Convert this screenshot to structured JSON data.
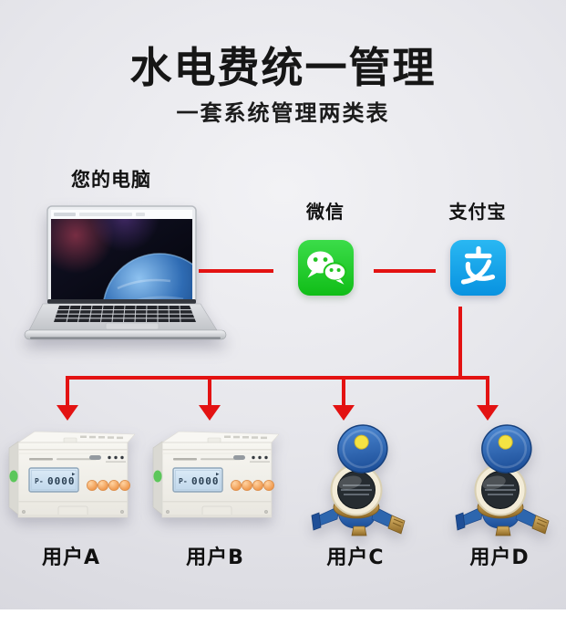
{
  "header": {
    "title": "水电费统一管理",
    "subtitle": "一套系统管理两类表"
  },
  "computer": {
    "label": "您的电脑"
  },
  "payments": {
    "wechat": {
      "label": "微信"
    },
    "alipay": {
      "label": "支付宝"
    }
  },
  "meter_display": {
    "mode_label": "P-",
    "reading": "0000"
  },
  "users": [
    {
      "label": "用户A",
      "device": "electric-meter"
    },
    {
      "label": "用户B",
      "device": "electric-meter"
    },
    {
      "label": "用户C",
      "device": "water-meter"
    },
    {
      "label": "用户D",
      "device": "water-meter"
    }
  ],
  "colors": {
    "connector_red": "#e31212",
    "wechat_green": "#1fca20",
    "alipay_blue": "#12a5ec"
  }
}
